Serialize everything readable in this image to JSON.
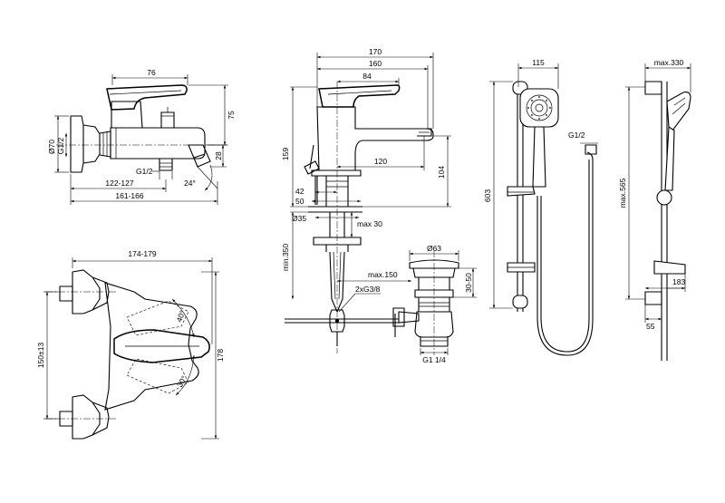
{
  "bath_mixer_side": {
    "dims": [
      "76",
      "75",
      "Ø70",
      "G1/2",
      "G1/2",
      "28",
      "122-127",
      "24°",
      "161-166"
    ]
  },
  "bath_mixer_top": {
    "dims": [
      "174-179",
      "150±13",
      "178",
      "40°",
      "30°"
    ]
  },
  "basin_mixer": {
    "dims": [
      "170",
      "160",
      "84",
      "159",
      "120",
      "104",
      "42",
      "50",
      "Ø35",
      "max 30",
      "min.350",
      "max.150",
      "2xG3/8"
    ]
  },
  "waste": {
    "dims": [
      "Ø63",
      "30-50",
      "G1 1/4"
    ]
  },
  "shower_rail_front": {
    "dims": [
      "115",
      "603",
      "G1/2"
    ]
  },
  "shower_rail_side": {
    "dims": [
      "max.330",
      "max.565",
      "183",
      "55"
    ]
  }
}
